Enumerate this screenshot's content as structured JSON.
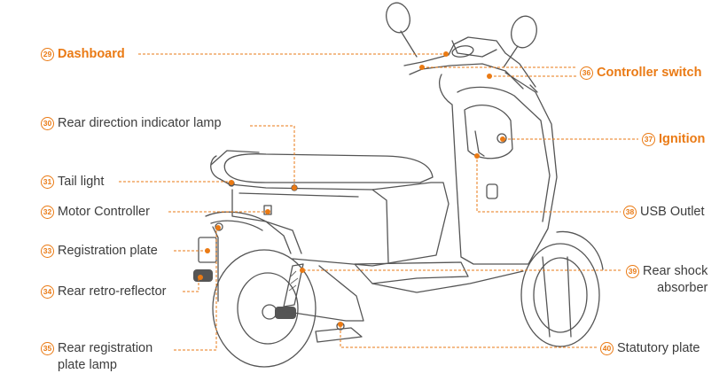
{
  "accent_color": "#ea7a14",
  "labels": {
    "dashboard": {
      "num": "29",
      "text": "Dashboard"
    },
    "rear_direction": {
      "num": "30",
      "text": "Rear direction indicator lamp"
    },
    "tail_light": {
      "num": "31",
      "text": "Tail light"
    },
    "motor_controller": {
      "num": "32",
      "text": "Motor Controller"
    },
    "registration_plate": {
      "num": "33",
      "text": "Registration plate"
    },
    "rear_retro": {
      "num": "34",
      "text": "Rear retro-reflector"
    },
    "rear_reg_lamp": {
      "num": "35",
      "line1": "Rear registration",
      "line2": "plate lamp"
    },
    "controller_switch": {
      "num": "36",
      "text": "Controller switch"
    },
    "ignition": {
      "num": "37",
      "text": "Ignition"
    },
    "usb_outlet": {
      "num": "38",
      "text": "USB Outlet"
    },
    "rear_shock": {
      "num": "39",
      "line1": "Rear shock",
      "line2": "absorber"
    },
    "statutory_plate": {
      "num": "40",
      "text": "Statutory plate"
    }
  }
}
